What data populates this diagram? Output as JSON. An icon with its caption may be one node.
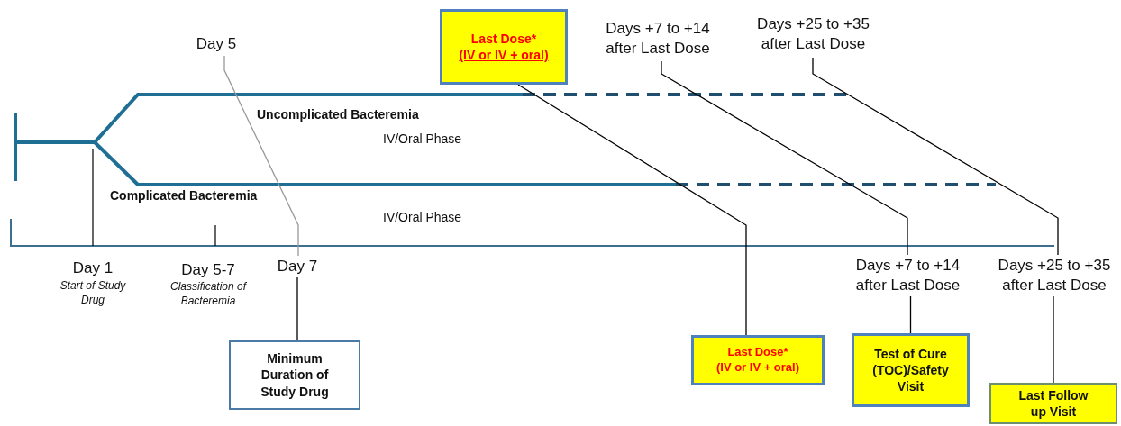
{
  "diagram": {
    "nodes": [
      {
        "text": [
          "Day 5"
        ]
      },
      {
        "text": [
          "Last Dose*",
          "(IV or IV + oral)"
        ]
      },
      {
        "text": [
          "Days +7 to +14 after Last Dose"
        ]
      },
      {
        "text": [
          "Days +25 to +35 after Last Dose"
        ]
      },
      {
        "text": [
          "Day 7"
        ]
      },
      {
        "text": [
          "Days +7 to +14 after Last Dose"
        ]
      },
      {
        "text": [
          "Days +25 to +35 after Last Dose"
        ]
      },
      {
        "text": [
          "Minimum Duration of Study Drug"
        ]
      },
      {
        "text": [
          "Last Dose*",
          "(IV or IV + oral)"
        ]
      },
      {
        "text": [
          "Test of Cure (TOC)/Safety Visit"
        ]
      },
      {
        "text": [
          "Last Follow up Visit"
        ]
      }
    ],
    "edges": [
      {
        "from": 0,
        "to": 4,
        "arrow": "none",
        "color": "#999999"
      },
      {
        "from": 1,
        "to": 8,
        "arrow": "none"
      },
      {
        "from": 2,
        "to": 5,
        "arrow": "none"
      },
      {
        "from": 3,
        "to": 6,
        "arrow": "none"
      },
      {
        "from": 4,
        "to": 7,
        "arrow": "none"
      },
      {
        "from": 5,
        "to": 9,
        "arrow": "none"
      },
      {
        "from": 6,
        "to": 10,
        "arrow": "none"
      }
    ],
    "labels": [
      "Uncomplicated Bacteremia",
      "IV/Oral Phase",
      "Complicated Bacteremia",
      "IV/Oral Phase",
      "Day 1",
      "Start of Study Drug",
      "Day 5-7",
      "Classification of Bacteremia"
    ]
  }
}
